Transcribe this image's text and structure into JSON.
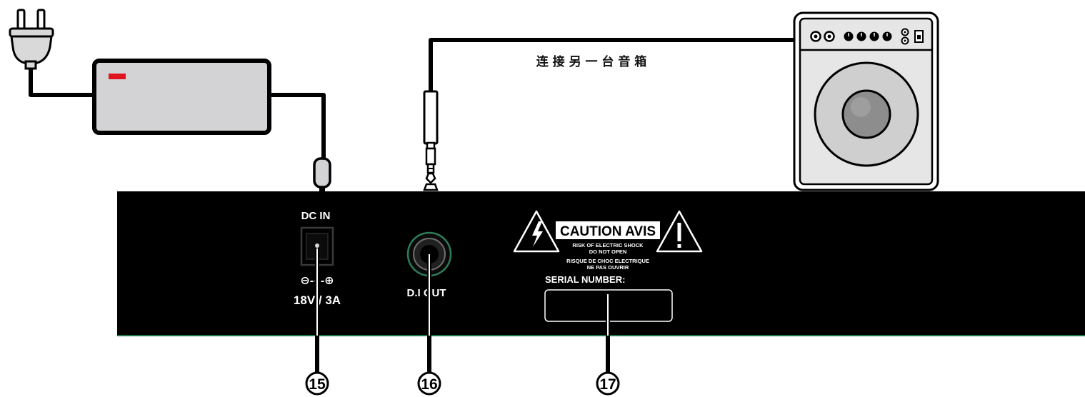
{
  "amp_caption": "连 接 另 一 台 音 箱",
  "panel": {
    "dc_in_label": "DC IN",
    "polarity_symbol": "⊖-◐-⊕",
    "power_rating": "18V / 3A",
    "di_out_label": "D.I OUT",
    "caution_title": "CAUTION AVIS",
    "caution_line1": "RISK OF ELECTRIC SHOCK",
    "caution_line2": "DO NOT OPEN",
    "caution_line3": "RISQUE DE CHOC ELECTRIQUE",
    "caution_line4": "NE PAS OUVRIR",
    "serial_label": "SERIAL NUMBER:"
  },
  "callouts": [
    "15",
    "16",
    "17"
  ],
  "colors": {
    "panel": "#000000",
    "panel_edge": "#1f7a4a",
    "adapter_body": "#d3d3d6",
    "adapter_led": "#e0141e",
    "amp_body": "#e6e6e6",
    "amp_cone": "#cfcfcf",
    "amp_center": "#8d8d8d",
    "accent_white": "#ffffff"
  },
  "icons": [
    "power-plug-icon",
    "power-adapter-icon",
    "dc-plug-icon",
    "instrument-jack-icon",
    "amplifier-icon",
    "warning-triangle-icon",
    "lightning-icon",
    "exclamation-icon"
  ]
}
